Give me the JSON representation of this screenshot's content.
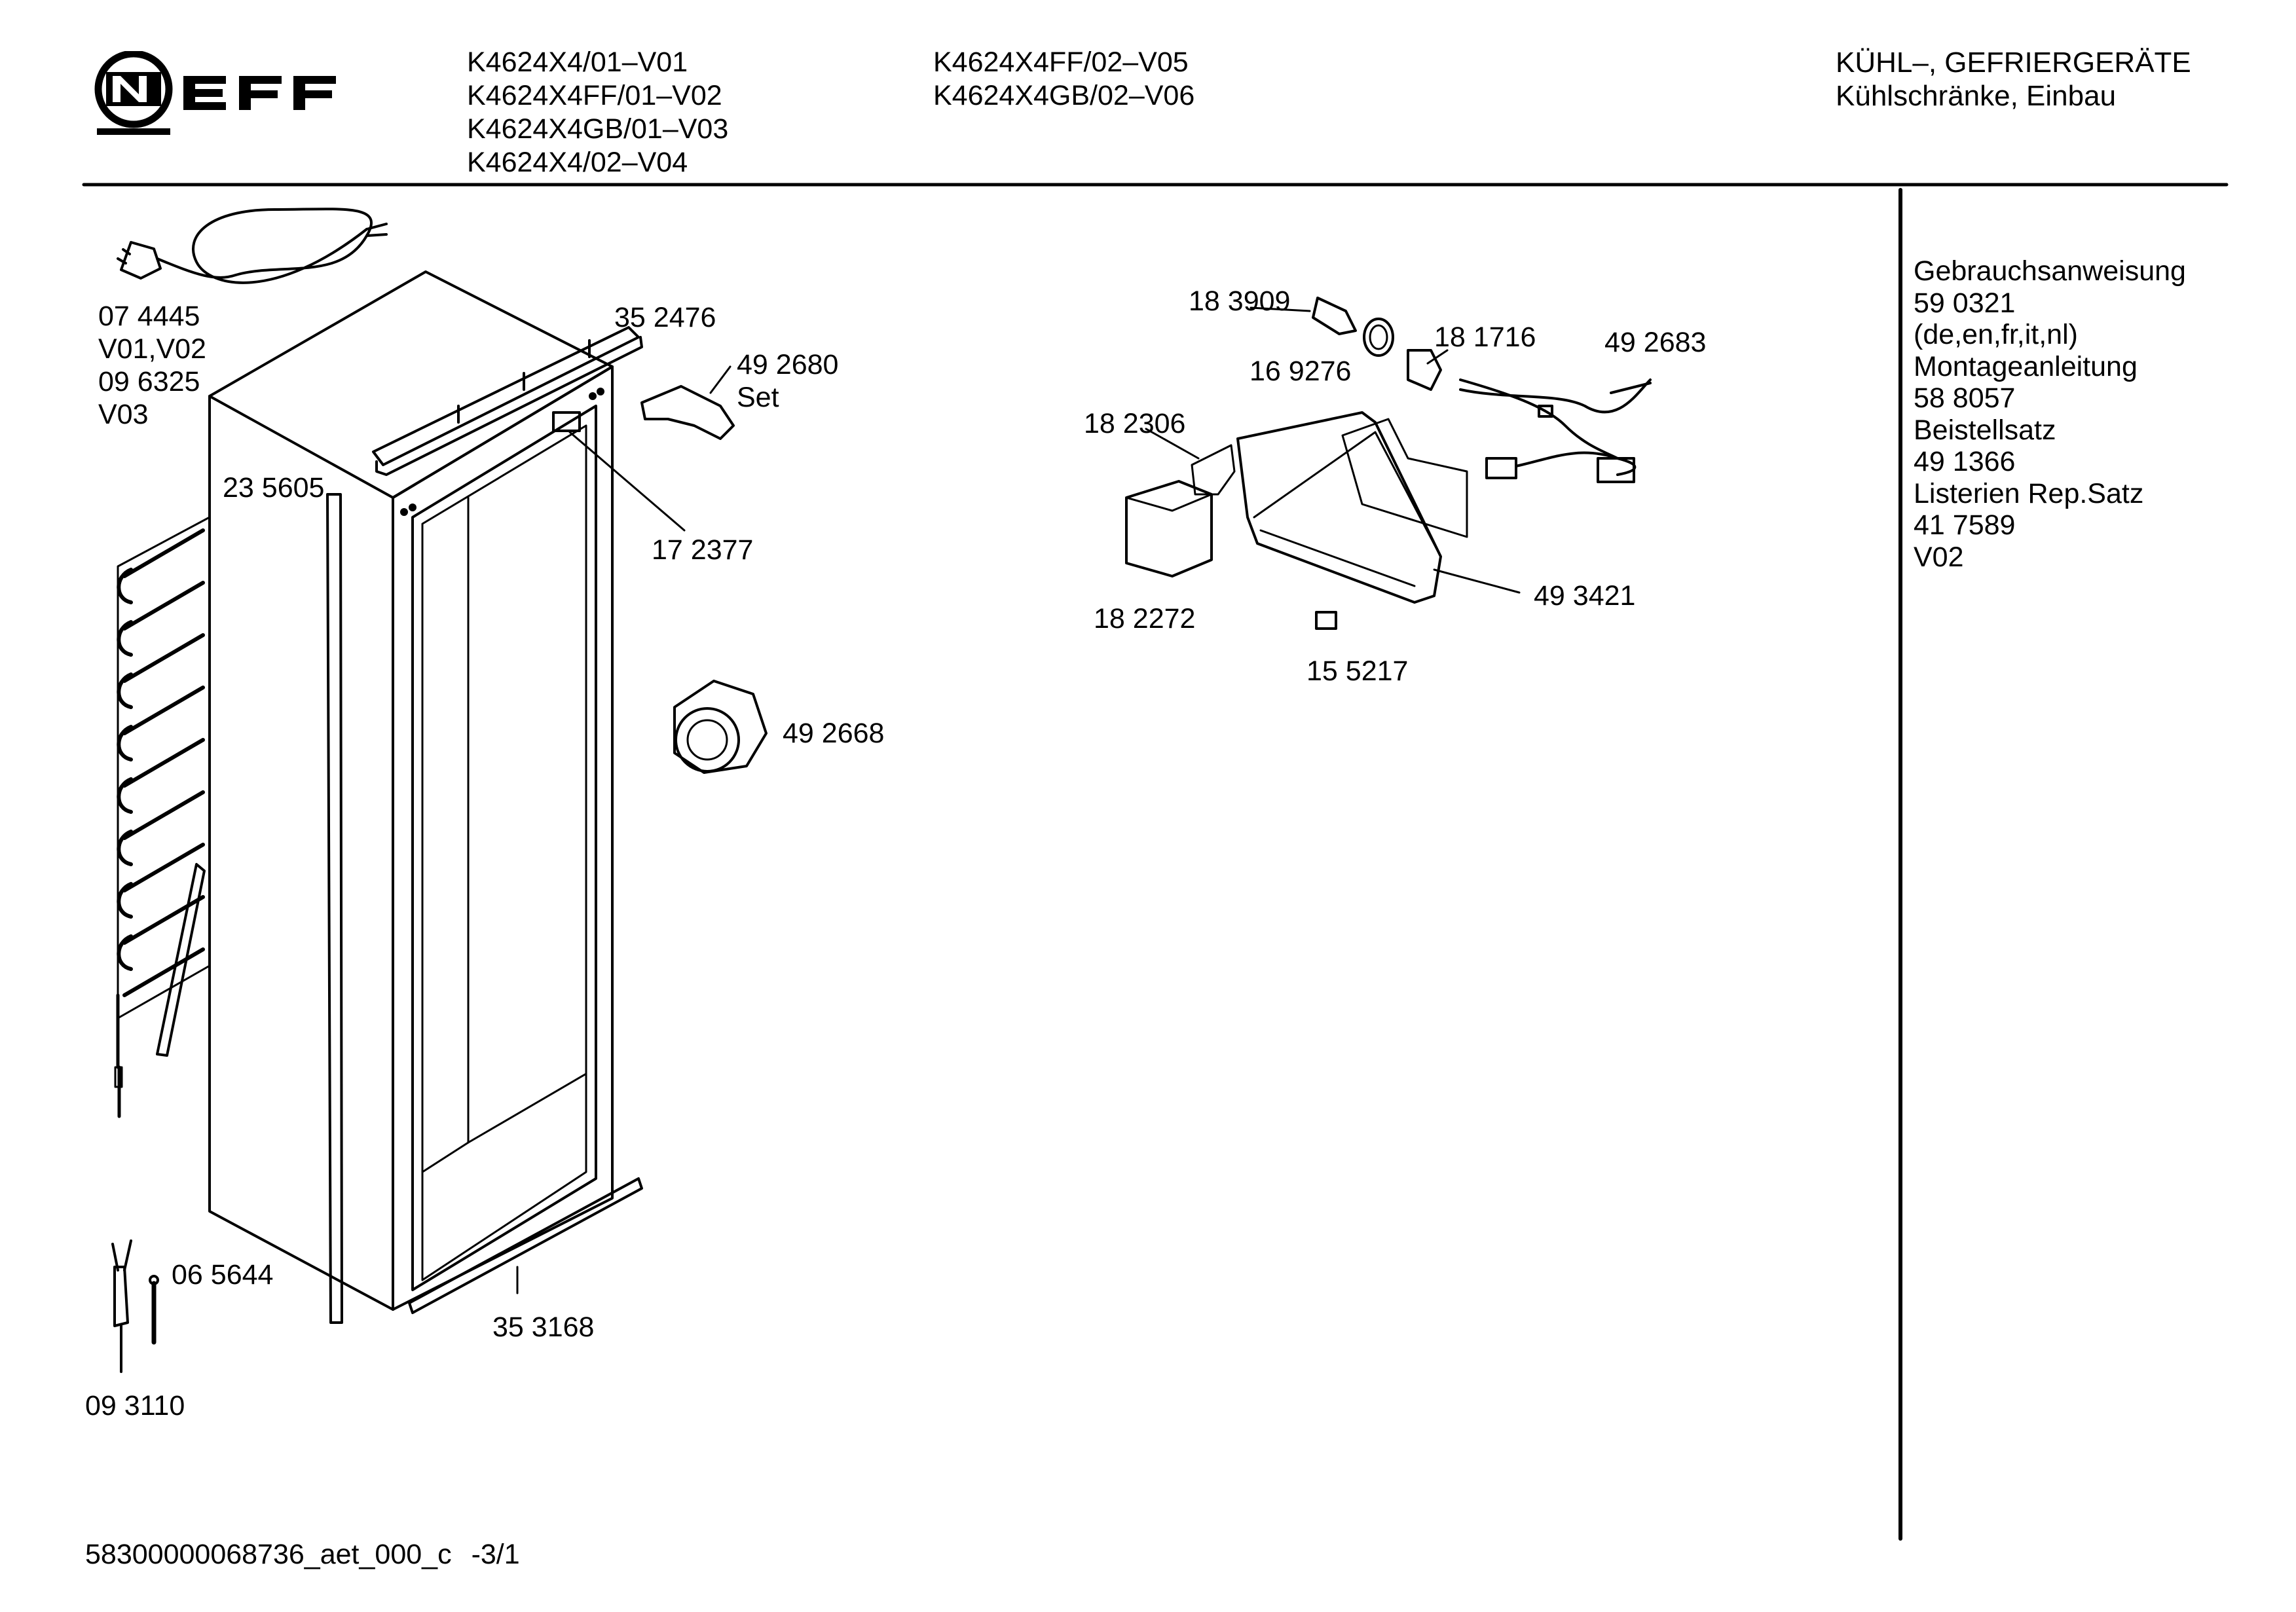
{
  "header": {
    "brand": "NEFF",
    "models_col1": [
      "K4624X4/01–V01",
      "K4624X4FF/01–V02",
      "K4624X4GB/01–V03",
      "K4624X4/02–V04"
    ],
    "models_col2": [
      "K4624X4FF/02–V05",
      "K4624X4GB/02–V06"
    ],
    "category_title": "KÜHL–, GEFRIERGERÄTE",
    "category_subtitle": "Kühlschränke, Einbau"
  },
  "sidebar": {
    "lines": [
      "Gebrauchsanweisung",
      "59 0321",
      "(de,en,fr,it,nl)",
      "Montageanleitung",
      "58 8057",
      "Beistellsatz",
      "49 1366",
      "Listerien Rep.Satz",
      "41 7589",
      "V02"
    ]
  },
  "parts": {
    "p074445": "07 4445",
    "v01v02": "V01,V02",
    "p096325": "09 6325",
    "v03": "V03",
    "p352476": "35 2476",
    "p492680": "49 2680",
    "set": "Set",
    "p235605": "23 5605",
    "p172377": "17 2377",
    "p492668": "49 2668",
    "p065644": "06 5644",
    "p353168": "35 3168",
    "p093110": "09 3110",
    "p183909": "18 3909",
    "p181716": "18 1716",
    "p492683": "49 2683",
    "p169276": "16 9276",
    "p182306": "18 2306",
    "p493421": "49 3421",
    "p182272": "18 2272",
    "p155217": "15 5217"
  },
  "footer": {
    "doc_id": "58300000068736_aet_000_c",
    "page": "-3/1"
  }
}
